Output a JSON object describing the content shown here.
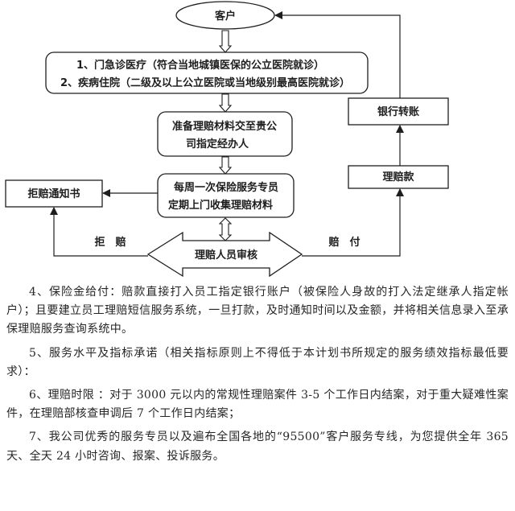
{
  "diagram": {
    "customer": "客户",
    "medical_line1": "1、门急诊医疗（符合当地城镇医保的公立医院就诊）",
    "medical_line2": "2、疾病住院（二级及以上公立医院或当地级别最高医院就诊）",
    "prepare_line1": "准备理赔材料交至贵公",
    "prepare_line2": "司指定经办人",
    "weekly_line1": "每周一次保险服务专员",
    "weekly_line2": "定期上门收集理赔材料",
    "rejection_notice": "拒赔通知书",
    "bank_transfer": "银行转账",
    "claim_payment": "理赔款",
    "reject_label": "拒　赔",
    "pay_label": "赔　付",
    "review": "理赔人员审核"
  },
  "paragraphs": [
    "4、保险金给付：赔款直接打入员工指定银行账户（被保险人身故的打入法定继承人指定帐户）；且要建立员工理赔短信服务系统，一旦打款，及时通知时间以及金额，并将相关信息录入至承保理赔服务查询系统中。",
    "5、服务水平及指标承诺（相关指标原则上不得低于本计划书所规定的服务绩效指标最低要求）：",
    "6、理赔时限 ：对于 3000 元以内的常规性理赔案件 3-5 个工作日内结案，对于重大疑难性案件，在理赔部核查申调后 7 个工作日内结案；",
    "7、我公司优秀的服务专员以及遍布全国各地的“95500”客户服务专线，为您提供全年 365 天、全天 24 小时咨询、报案、投诉服务。"
  ]
}
